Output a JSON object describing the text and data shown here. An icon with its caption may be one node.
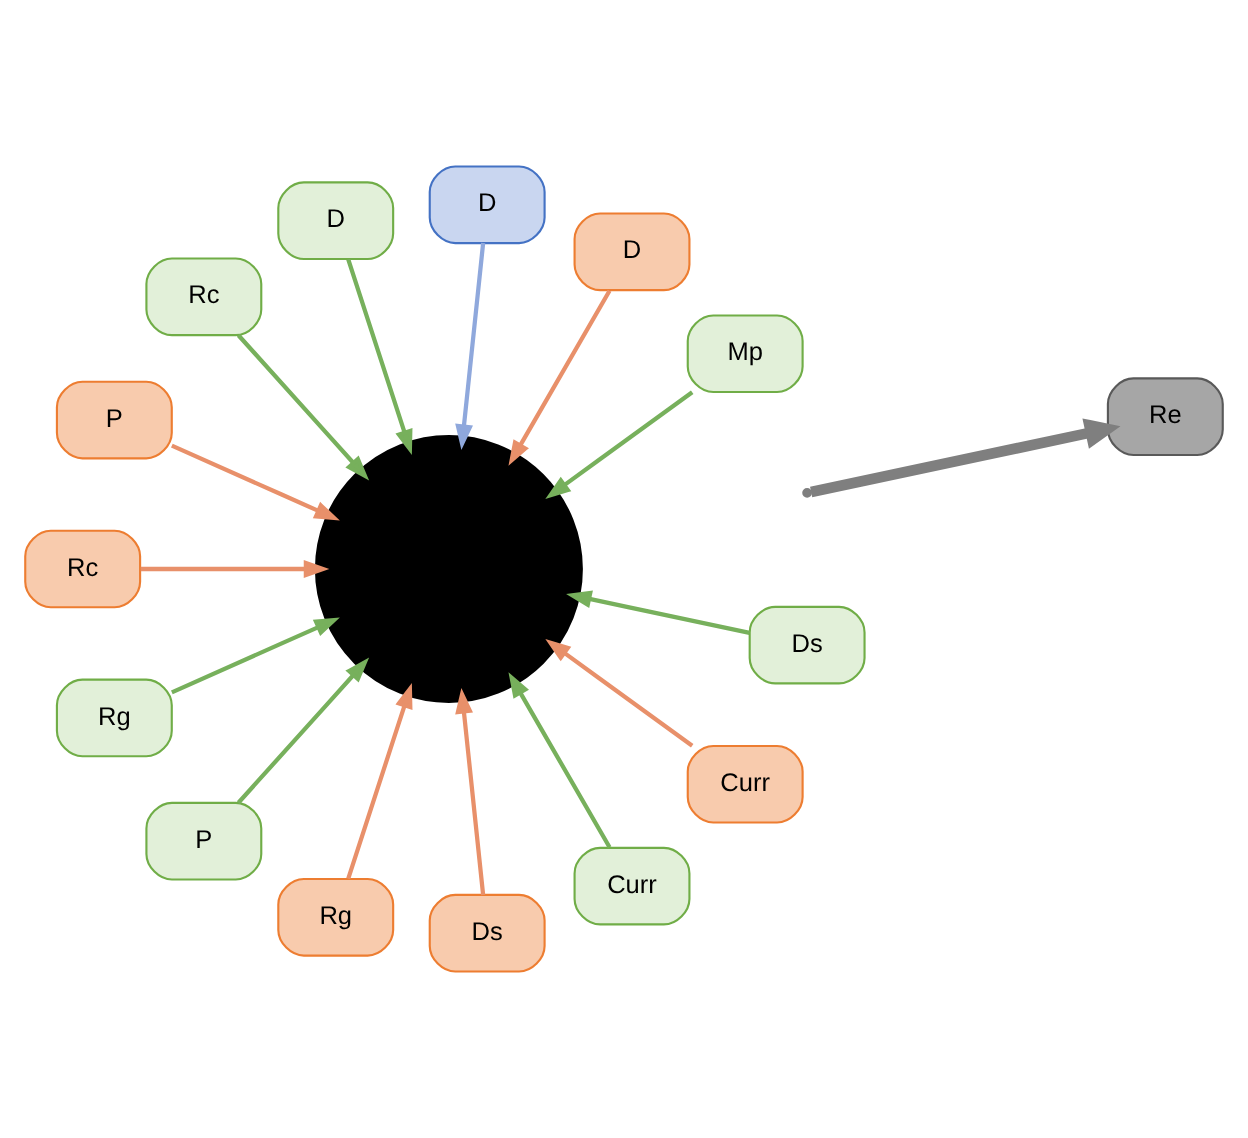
{
  "diagram": {
    "nodes": [
      {
        "text": [
          "Mp"
        ]
      },
      {
        "text": [
          "D"
        ]
      },
      {
        "text": [
          "Re"
        ]
      },
      {
        "text": [
          "D"
        ]
      },
      {
        "text": [
          "D"
        ]
      },
      {
        "text": [
          "Rc"
        ]
      },
      {
        "text": [
          "P"
        ]
      },
      {
        "text": [
          "Rc"
        ]
      },
      {
        "text": [
          "Rg"
        ]
      },
      {
        "text": [
          "P"
        ]
      },
      {
        "text": [
          "Rg"
        ]
      },
      {
        "text": [
          "Ds"
        ]
      },
      {
        "text": [
          "Curr"
        ]
      },
      {
        "text": [
          "Curr"
        ]
      },
      {
        "text": [
          "Ds"
        ]
      },
      {
        "text": [],
        "shape": "spiral"
      }
    ],
    "edges": [
      {
        "from": 0,
        "to": 15,
        "arrow": "to"
      },
      {
        "from": 1,
        "to": 15,
        "arrow": "to",
        "color": "#e8906a"
      },
      {
        "from": null,
        "to": 2,
        "arrow": "to",
        "style": "thick",
        "color": "#7f7f7f"
      },
      {
        "from": 3,
        "to": 15,
        "arrow": "to",
        "color": "#8fa8dc"
      },
      {
        "from": 4,
        "to": 15,
        "arrow": "to"
      },
      {
        "from": 5,
        "to": 15,
        "arrow": "to"
      },
      {
        "from": 6,
        "to": 15,
        "arrow": "to",
        "color": "#e8906a"
      },
      {
        "from": 7,
        "to": 15,
        "arrow": "to",
        "color": "#e8906a"
      },
      {
        "from": 8,
        "to": 15,
        "arrow": "to"
      },
      {
        "from": 9,
        "to": 15,
        "arrow": "to"
      },
      {
        "from": 10,
        "to": 15,
        "arrow": "to",
        "color": "#e8906a"
      },
      {
        "from": 11,
        "to": 15,
        "arrow": "to",
        "color": "#e8906a"
      },
      {
        "from": 12,
        "to": 15,
        "arrow": "to"
      },
      {
        "from": 13,
        "to": 15,
        "arrow": "to",
        "color": "#e8906a"
      },
      {
        "from": 14,
        "to": 15,
        "arrow": "to"
      }
    ]
  }
}
